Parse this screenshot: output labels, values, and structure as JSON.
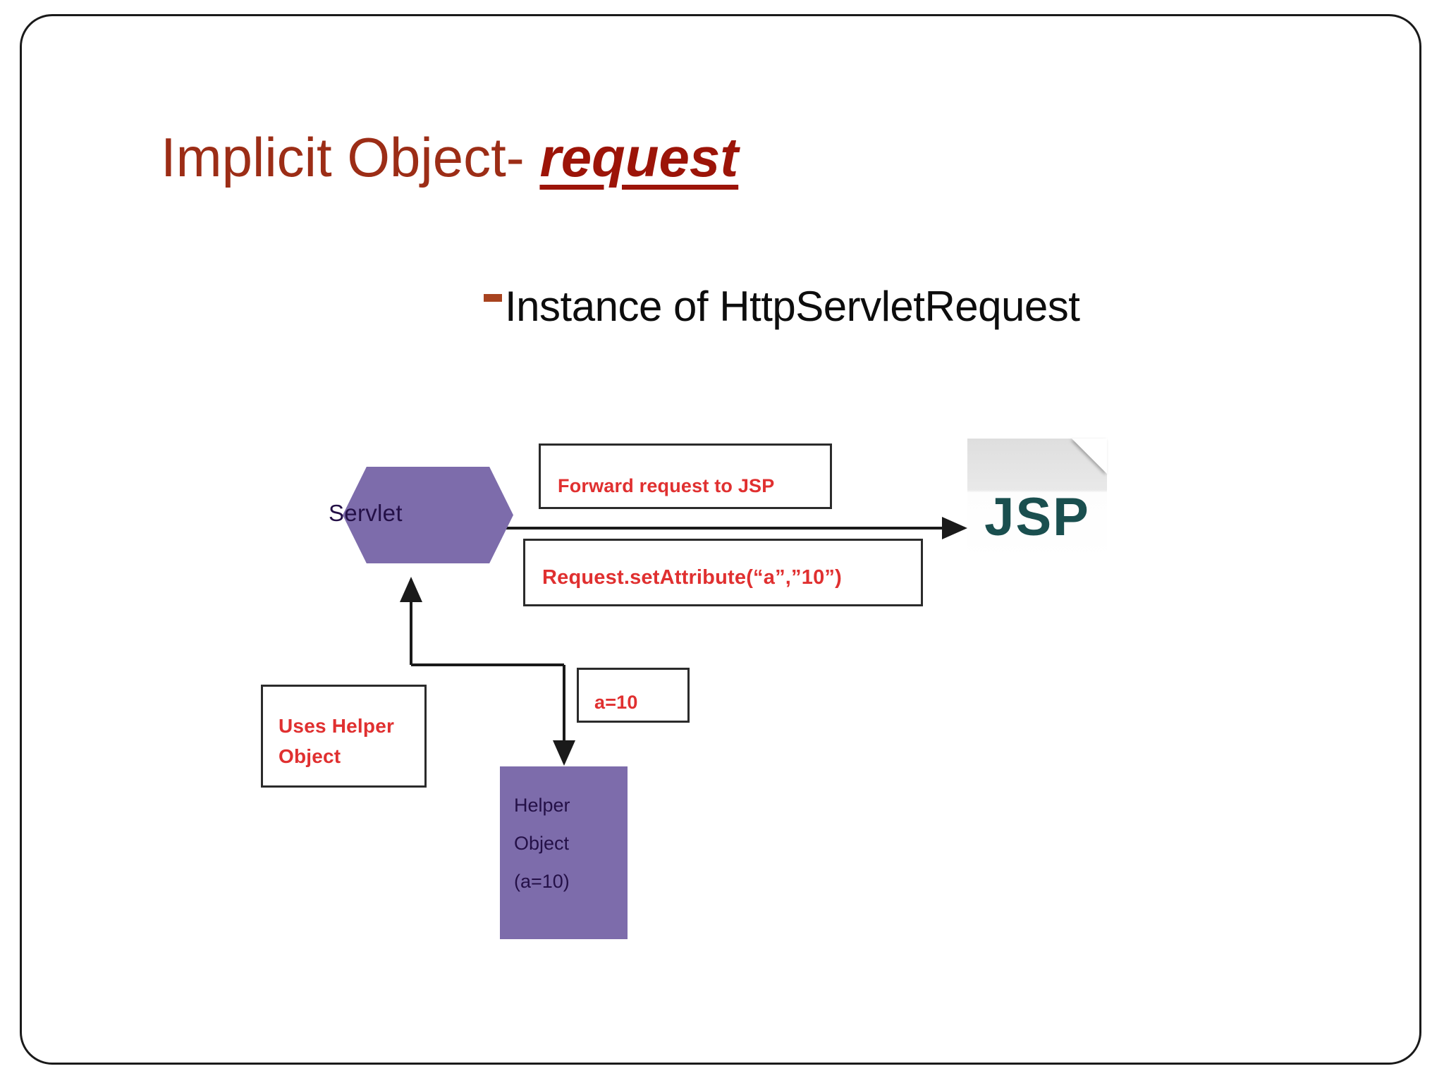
{
  "slide": {
    "title_plain": "Implicit Object- ",
    "title_emphasis": "request",
    "title_color": "#9c2d16",
    "subtitle_dash": "-",
    "subtitle": "Instance of HttpServletRequest",
    "subtitle_color": "#0d0d0d"
  },
  "diagram": {
    "accent_purple": "#7d6cab",
    "callout_red": "#e03030",
    "jsp_teal": "#1a4f4f",
    "servlet": {
      "label": "Servlet",
      "shape": "hexagon"
    },
    "jsp": {
      "label": "JSP",
      "icon": "document-page-icon"
    },
    "helper_object": {
      "line1": "Helper",
      "line2": "Object",
      "line3": "(a=10)"
    },
    "callouts": [
      {
        "id": "forward",
        "text": "Forward request to JSP"
      },
      {
        "id": "setattr",
        "text": "Request.setAttribute(“a”,”10”)"
      },
      {
        "id": "helper-usage-1",
        "text": "Uses Helper"
      },
      {
        "id": "helper-usage-2",
        "text": "Object"
      },
      {
        "id": "a10",
        "text": "a=10"
      }
    ],
    "arrows": [
      {
        "id": "servlet-to-jsp",
        "from": "Servlet",
        "to": "JSP",
        "direction": "right"
      },
      {
        "id": "helper-to-servlet",
        "from": "Helper Object",
        "to": "Servlet",
        "direction": "up"
      },
      {
        "id": "servlet-to-helper",
        "from": "Servlet",
        "to": "Helper Object",
        "direction": "down"
      }
    ]
  }
}
